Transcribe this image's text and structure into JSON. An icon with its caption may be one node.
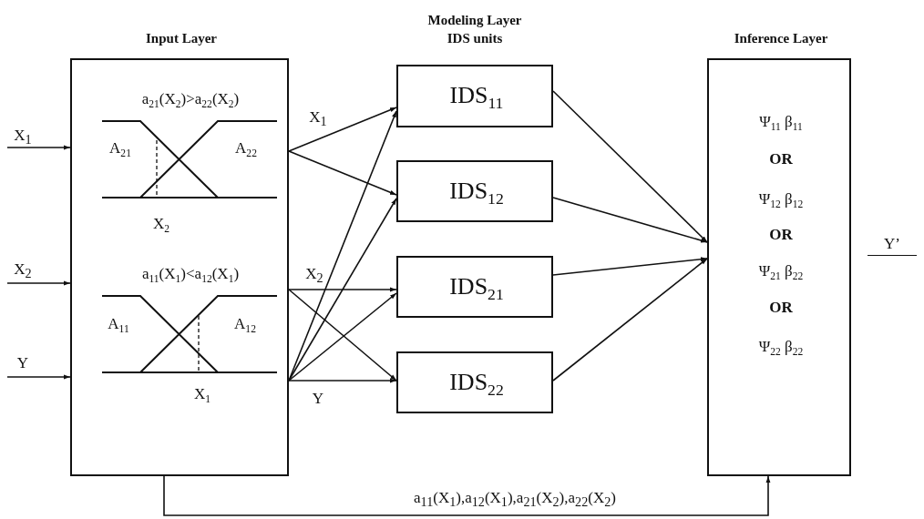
{
  "diagram": {
    "nodes": [
      {
        "text": [
          "Input Layer",
          "a$_{21}$(X$_{2}$)>a$_{22}$(X$_{2}$)",
          "A$_{21}$",
          "A$_{22}$",
          "X$_{2}$",
          "a$_{11}$(X$_{1}$)<a$_{12}$(X$_{1}$)",
          "A$_{11}$",
          "A$_{12}$",
          "X$_{1}$"
        ]
      },
      {
        "text": [
          "IDS$_{11}$"
        ]
      },
      {
        "text": [
          "IDS$_{12}$"
        ]
      },
      {
        "text": [
          "IDS$_{21}$"
        ]
      },
      {
        "text": [
          "IDS$_{22}$"
        ]
      },
      {
        "text": [
          "Inference Layer",
          "Ψ$_{11}$ β$_{11}$",
          "OR",
          "Ψ$_{12}$ β$_{12}$",
          "OR",
          "Ψ$_{21}$ β$_{22}$",
          "OR",
          "Ψ$_{22}$ β$_{22}$"
        ]
      }
    ],
    "edges": [
      {
        "from": null,
        "to": 0,
        "arrow": "to",
        "label": "X$_{1}$"
      },
      {
        "from": null,
        "to": 0,
        "arrow": "to",
        "label": "X$_{2}$"
      },
      {
        "from": null,
        "to": 0,
        "arrow": "to",
        "label": "Y"
      },
      {
        "from": 0,
        "to": 1,
        "arrow": "to",
        "label": "X$_{1}$"
      },
      {
        "from": 0,
        "to": 2,
        "arrow": "to"
      },
      {
        "from": 0,
        "to": 3,
        "arrow": "to",
        "label": "X$_{2}$"
      },
      {
        "from": 0,
        "to": 4,
        "arrow": "to"
      },
      {
        "from": 0,
        "to": 1,
        "arrow": "to"
      },
      {
        "from": 0,
        "to": 2,
        "arrow": "to"
      },
      {
        "from": 0,
        "to": 3,
        "arrow": "to"
      },
      {
        "from": 0,
        "to": 4,
        "arrow": "to",
        "label": "Y"
      },
      {
        "from": 1,
        "to": 5,
        "arrow": "to"
      },
      {
        "from": 2,
        "to": 5,
        "arrow": "to"
      },
      {
        "from": 3,
        "to": 5,
        "arrow": "to"
      },
      {
        "from": 4,
        "to": 5,
        "arrow": "to"
      },
      {
        "from": 0,
        "to": 5,
        "arrow": "to",
        "label": "a$_{11}$(X$_{1}$),a$_{12}$(X$_{1}$),a$_{21}$(X$_{2}$),a$_{22}$(X$_{2}$)"
      }
    ],
    "labels": [
      "Modeling Layer",
      "IDS units",
      "Y’"
    ]
  }
}
